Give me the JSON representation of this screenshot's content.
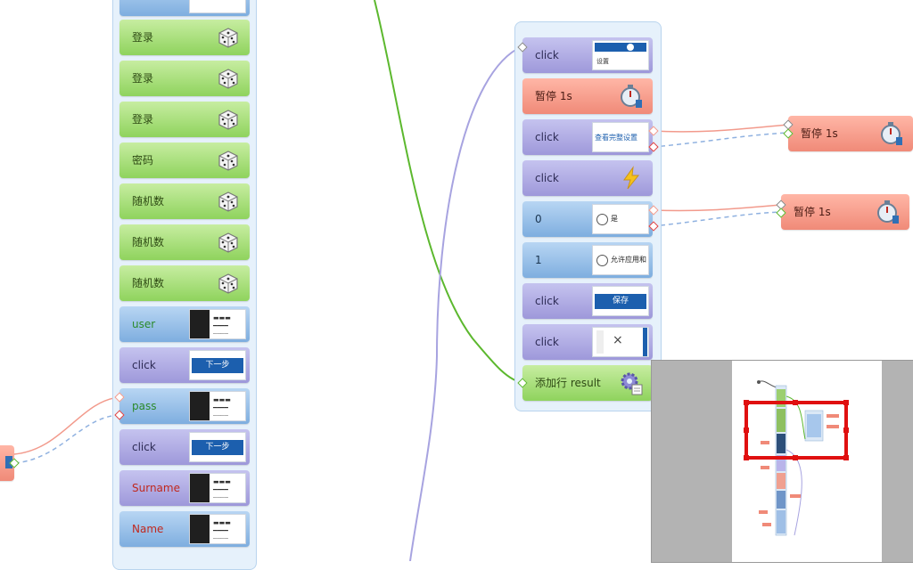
{
  "left_flow": {
    "top_row": {
      "label": ""
    },
    "nodes": [
      {
        "label": "登录",
        "style": "green",
        "icon": "dice-icon"
      },
      {
        "label": "登录",
        "style": "green",
        "icon": "dice-icon"
      },
      {
        "label": "登录",
        "style": "green",
        "icon": "dice-icon"
      },
      {
        "label": "密码",
        "style": "green",
        "icon": "dice-icon"
      },
      {
        "label": "随机数",
        "style": "green",
        "icon": "dice-icon"
      },
      {
        "label": "随机数",
        "style": "green",
        "icon": "dice-icon"
      },
      {
        "label": "随机数",
        "style": "green",
        "icon": "dice-icon"
      },
      {
        "label": "user",
        "style": "blue",
        "text_color": "#2b8a2b",
        "thumb": "form"
      },
      {
        "label": "click",
        "style": "purple",
        "thumb": "button",
        "thumb_text": "下一步"
      },
      {
        "label": "pass",
        "style": "blue",
        "text_color": "#2b8a2b",
        "thumb": "form"
      },
      {
        "label": "click",
        "style": "purple",
        "thumb": "button",
        "thumb_text": "下一步"
      },
      {
        "label": "Surname",
        "style": "purple",
        "text_color": "#c0281f",
        "thumb": "form"
      },
      {
        "label": "Name",
        "style": "blue",
        "text_color": "#c0281f",
        "thumb": "form"
      }
    ]
  },
  "right_flow": {
    "nodes": [
      {
        "label": "click",
        "style": "purple",
        "thumb": "toolbar",
        "thumb_text": "设置"
      },
      {
        "label": "暂停 1s",
        "style": "red",
        "icon": "stopwatch-icon"
      },
      {
        "label": "click",
        "style": "purple",
        "thumb": "link",
        "thumb_text": "查看完整设置"
      },
      {
        "label": "click",
        "style": "purple",
        "icon": "lightning-icon"
      },
      {
        "label": "0",
        "style": "blue",
        "thumb": "radio",
        "thumb_text": "是"
      },
      {
        "label": "1",
        "style": "blue",
        "thumb": "radio",
        "thumb_text": "允许应用和"
      },
      {
        "label": "click",
        "style": "purple",
        "thumb": "button",
        "thumb_text": "保存"
      },
      {
        "label": "click",
        "style": "purple",
        "thumb": "close",
        "thumb_text": "×"
      },
      {
        "label": "添加行 result",
        "style": "green",
        "icon": "gear-icon"
      }
    ]
  },
  "side_nodes": [
    {
      "label": "暂停 1s",
      "style": "red",
      "icon": "stopwatch-icon"
    },
    {
      "label": "暂停 1s",
      "style": "red",
      "icon": "stopwatch-icon"
    }
  ],
  "colors": {
    "wire_green": "#5cb82e",
    "wire_purple": "#a7a3e0",
    "wire_red": "#f29a8c",
    "wire_blue_dashed": "#8fb1e0",
    "minimap_frame": "#e01010"
  }
}
